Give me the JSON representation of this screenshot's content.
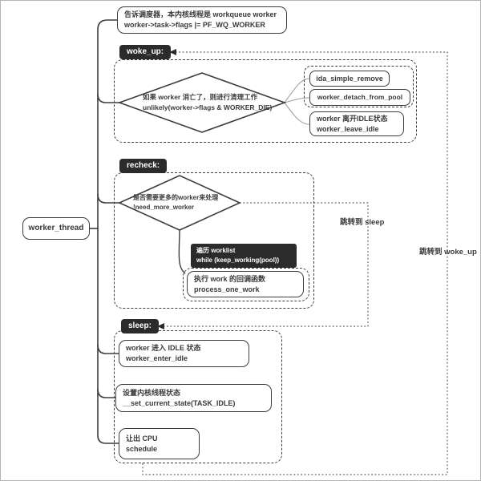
{
  "diagram": {
    "top_note": {
      "line1": "告诉调度器，本内核线程是 workqueue worker",
      "line2": "worker->task->flags |= PF_WQ_WORKER"
    },
    "worker_thread_label": "worker_thread",
    "woke_up": {
      "label": "woke_up:",
      "condition_line1": "如果 worker 消亡了，则进行清理工作",
      "condition_line2": "unlikely(worker->flags & WORKER_DIE)",
      "ida_simple_remove": "ida_simple_remove",
      "worker_detach_from_pool": "worker_detach_from_pool",
      "leave_idle_line1": "worker 离开IDLE状态",
      "leave_idle_line2": "worker_leave_idle"
    },
    "recheck": {
      "label": "recheck:",
      "condition_line1": "是否需要更多的worker来处理",
      "condition_line2": "!need_more_worker",
      "loop_line1": "遍历 worklist",
      "loop_line2": "while (keep_working(pool))",
      "process_line1": "执行 work 的回调函数",
      "process_line2": "process_one_work"
    },
    "sleep": {
      "label": "sleep:",
      "enter_idle_line1": "worker 进入 IDLE 状态",
      "enter_idle_line2": "worker_enter_idle",
      "set_state_line1": "设置内核线程状态",
      "set_state_line2": "__set_current_state(TASK_IDLE)",
      "schedule_line1": "让出 CPU",
      "schedule_line2": "schedule"
    },
    "jumps": {
      "to_sleep": "跳转到 sleep",
      "to_woke_up": "跳转到 woke_up"
    }
  },
  "colors": {
    "stroke": "#3d3d3d",
    "label_bg": "#2b2b2b",
    "thin_connector": "#a3a3a3",
    "dotted_line": "#5f5f5f",
    "text": "#3a3a3a",
    "background": "#ffffff"
  }
}
